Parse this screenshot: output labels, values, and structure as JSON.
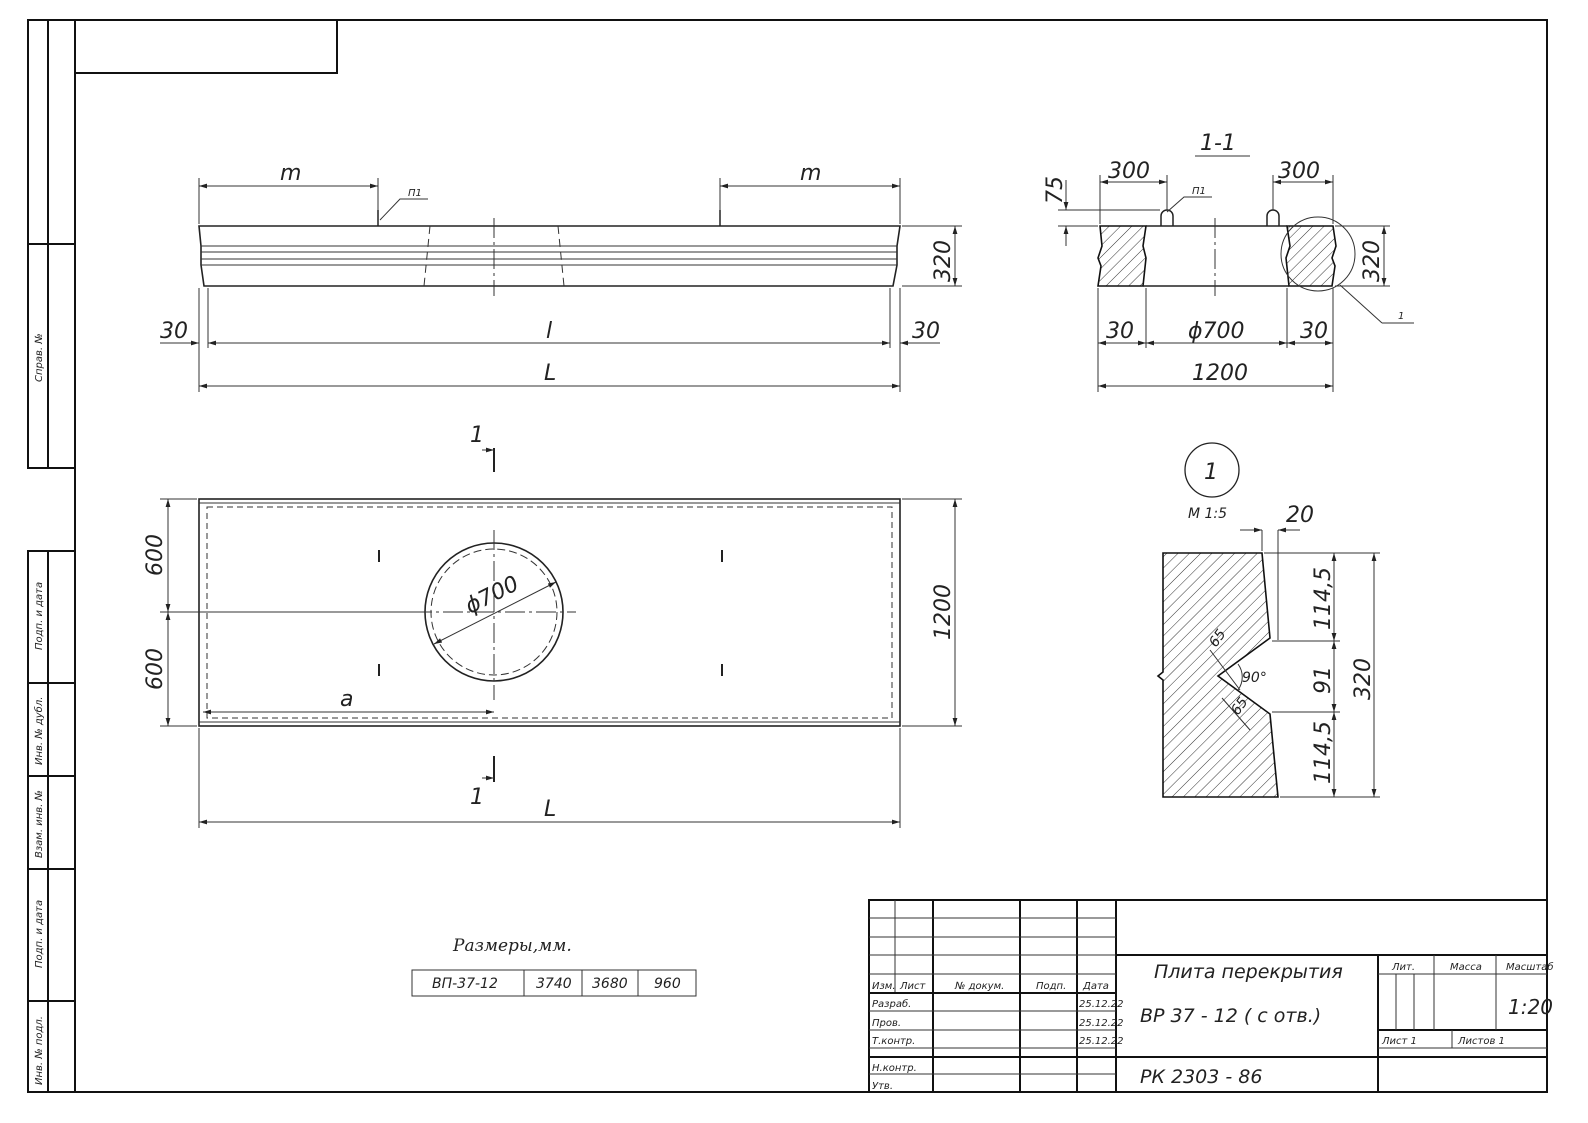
{
  "drawing": {
    "side_view": {
      "dim_m_left": "m",
      "dim_m_right": "m",
      "callout": "П1",
      "dim_height": "320",
      "dim_30_left": "30",
      "dim_30_right": "30",
      "dim_l": "l",
      "dim_L": "L"
    },
    "section": {
      "title": "1-1",
      "dim_300_left": "300",
      "dim_300_right": "300",
      "dim_75": "75",
      "callout": "П1",
      "dim_320": "320",
      "detail_ref": "1",
      "dim_30_left": "30",
      "dim_hole": "ϕ700",
      "dim_30_right": "30",
      "dim_1200": "1200"
    },
    "plan_view": {
      "cut_mark_top": "1",
      "cut_mark_bottom": "1",
      "dim_600_top": "600",
      "dim_600_bottom": "600",
      "dim_hole": "ϕ700",
      "dim_a": "a",
      "dim_1200": "1200",
      "dim_L": "L"
    },
    "detail": {
      "label": "1",
      "scale": "М 1:5",
      "dim_20": "20",
      "dim_114_top": "114,5",
      "dim_91": "91",
      "dim_114_bottom": "114,5",
      "dim_320": "320",
      "dim_65_top": "65",
      "dim_65_bottom": "65",
      "angle": "90°"
    }
  },
  "dimensions_table": {
    "caption": "Размеры,мм.",
    "row": [
      "ВП-37-12",
      "3740",
      "3680",
      "960"
    ]
  },
  "side_stamp": {
    "top_label": "Справ. №",
    "labels": [
      "Подп. и дата",
      "Инв. № дубл.",
      "Взам. инв. №",
      "Подп. и дата",
      "Инв. № подл."
    ]
  },
  "title_block": {
    "headers": [
      "Изм.",
      "Лист",
      "№ докум.",
      "Подп.",
      "Дата"
    ],
    "roles": [
      "Разраб.",
      "Пров.",
      "Т.контр.",
      "",
      "Н.контр.",
      "Утв."
    ],
    "dates": [
      "25.12.22",
      "25.12.22",
      "25.12.22"
    ],
    "title_line1": "Плита перекрытия",
    "title_line2": "ВР 37 - 12 ( с отв.)",
    "doc_code": "РК 2303 - 86",
    "lit_label": "Лит.",
    "mass_label": "Масса",
    "scale_label": "Масштаб",
    "scale_value": "1:20",
    "sheet_label": "Лист 1",
    "sheets_label": "Листов 1"
  }
}
